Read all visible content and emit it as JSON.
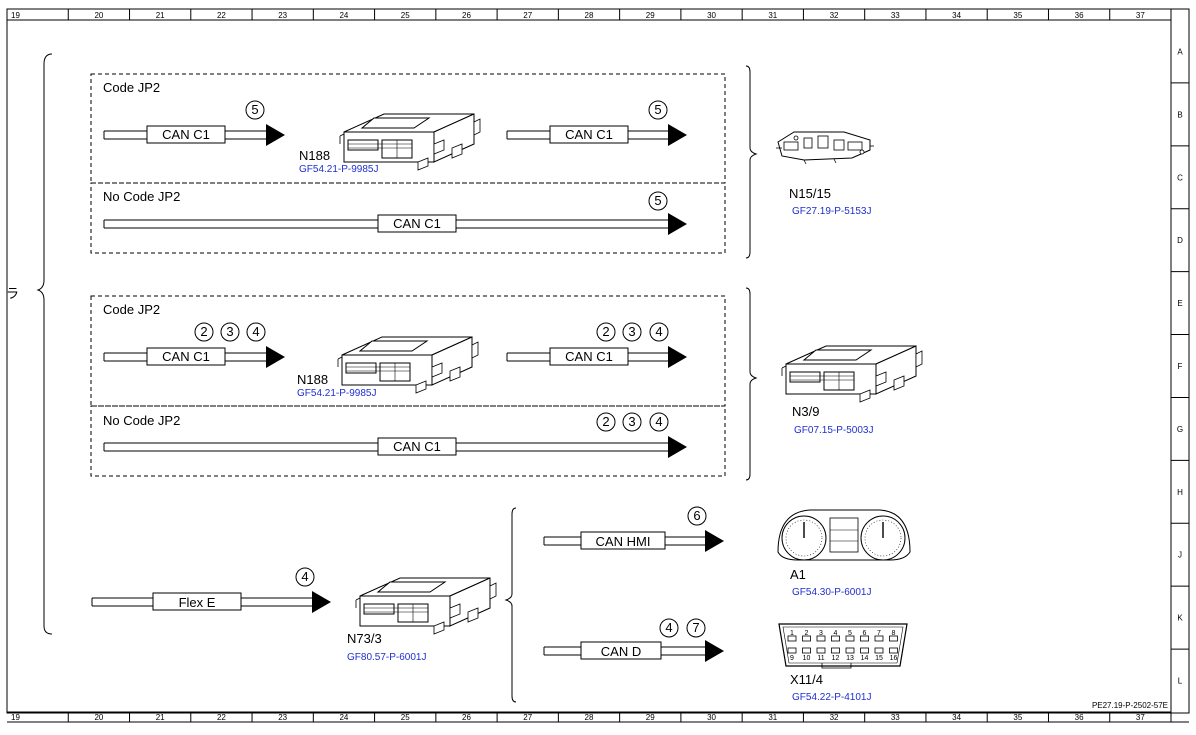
{
  "border": {
    "columns": [
      "19",
      "20",
      "21",
      "22",
      "23",
      "24",
      "25",
      "26",
      "27",
      "28",
      "29",
      "30",
      "31",
      "32",
      "33",
      "34",
      "35",
      "36",
      "37"
    ],
    "rows": [
      "A",
      "B",
      "C",
      "D",
      "E",
      "F",
      "G",
      "H",
      "J",
      "K",
      "L"
    ],
    "doc_id": "PE27.19-P-2502-57E"
  },
  "left_fragment": "ラ",
  "groups": {
    "g1": {
      "code_label": "Code JP2",
      "nocode_label": "No Code JP2",
      "bus": "CAN C1",
      "badges_code": [
        "5"
      ],
      "badges_nocode": [
        "5"
      ],
      "middle_unit": {
        "name": "N188",
        "ref": "GF54.21-P-9985J"
      },
      "target": {
        "name": "N15/15",
        "ref": "GF27.19-P-5153J"
      }
    },
    "g2": {
      "code_label": "Code JP2",
      "nocode_label": "No Code JP2",
      "bus": "CAN C1",
      "badges_code": [
        "2",
        "3",
        "4"
      ],
      "badges_nocode": [
        "2",
        "3",
        "4"
      ],
      "middle_unit": {
        "name": "N188",
        "ref": "GF54.21-P-9985J"
      },
      "target": {
        "name": "N3/9",
        "ref": "GF07.15-P-5003J"
      }
    },
    "g3": {
      "bus": "Flex E",
      "badges": [
        "4"
      ],
      "middle_unit": {
        "name": "N73/3",
        "ref": "GF80.57-P-6001J"
      },
      "branch_hmi": {
        "bus": "CAN HMI",
        "badges": [
          "6"
        ],
        "target": {
          "name": "A1",
          "ref": "GF54.30-P-6001J"
        }
      },
      "branch_d": {
        "bus": "CAN D",
        "badges": [
          "4",
          "7"
        ],
        "target": {
          "name": "X11/4",
          "ref": "GF54.22-P-4101J"
        }
      }
    }
  },
  "obd_pins_top": [
    "1",
    "2",
    "3",
    "4",
    "5",
    "6",
    "7",
    "8"
  ],
  "obd_pins_bottom": [
    "9",
    "10",
    "11",
    "12",
    "13",
    "14",
    "15",
    "16"
  ]
}
